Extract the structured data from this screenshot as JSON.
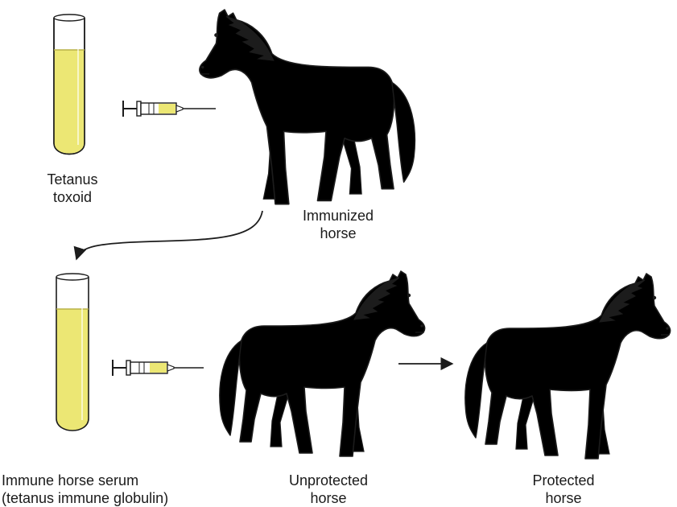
{
  "colors": {
    "fill_yellow": "#f3de82",
    "fluid_yellow": "#ece774",
    "outline": "#1c1c1c",
    "ink": "#1a1a1a"
  },
  "labels": {
    "toxoid": {
      "line1": "Tetanus",
      "line2": "toxoid"
    },
    "immunized": {
      "line1": "Immunized",
      "line2": "horse"
    },
    "serum": {
      "line1": "Immune horse serum",
      "line2": "(tetanus immune globulin)"
    },
    "unprotected": {
      "line1": "Unprotected",
      "line2": "horse"
    },
    "protected": {
      "line1": "Protected",
      "line2": "horse"
    }
  },
  "icons": {
    "tube_top": "test-tube-icon",
    "tube_bottom": "test-tube-icon",
    "syringe_top": "syringe-icon",
    "syringe_bottom": "syringe-icon",
    "horse_immunized": "horse-icon",
    "horse_unprotected": "horse-icon",
    "horse_protected": "horse-icon"
  }
}
